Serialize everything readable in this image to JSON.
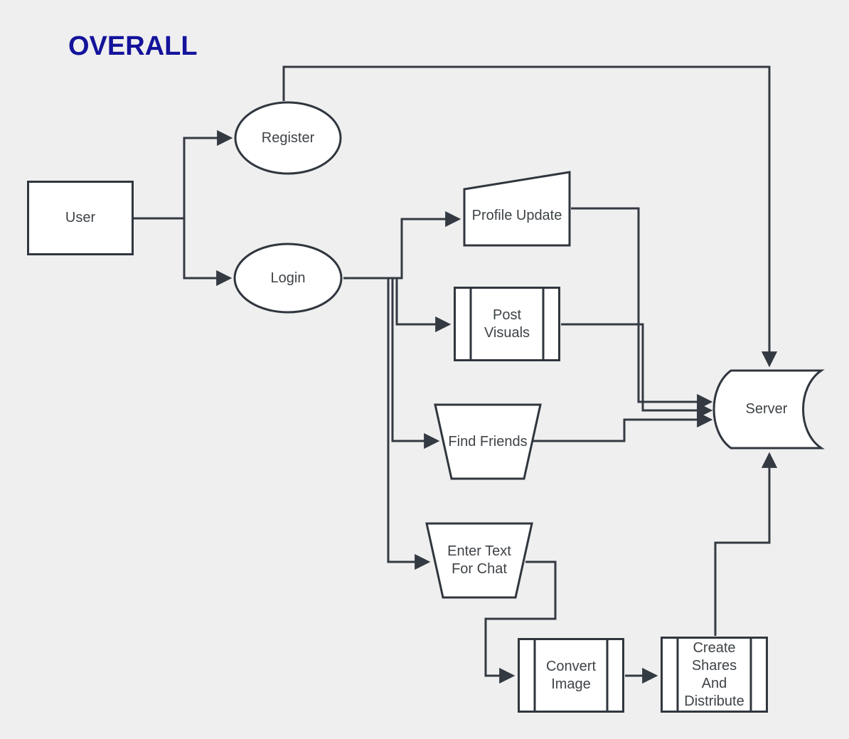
{
  "title": "OVERALL",
  "nodes": {
    "user": {
      "label": "User",
      "type": "process-rectangle"
    },
    "register": {
      "label": "Register",
      "type": "ellipse"
    },
    "login": {
      "label": "Login",
      "type": "ellipse"
    },
    "profile_update": {
      "label": "Profile Update",
      "type": "manual-input"
    },
    "post_visuals": {
      "label": "Post Visuals",
      "type": "predefined-process"
    },
    "find_friends": {
      "label": "Find Friends",
      "type": "manual-operation"
    },
    "enter_text": {
      "label": "Enter Text For Chat",
      "type": "manual-operation"
    },
    "convert_image": {
      "label": "Convert Image",
      "type": "predefined-process"
    },
    "create_shares": {
      "label": "Create Shares And Distribute",
      "type": "predefined-process"
    },
    "server": {
      "label": "Server",
      "type": "stored-data"
    }
  },
  "connectors": [
    {
      "from": "user",
      "to": "register"
    },
    {
      "from": "user",
      "to": "login"
    },
    {
      "from": "register",
      "to": "server"
    },
    {
      "from": "login",
      "to": "profile_update"
    },
    {
      "from": "login",
      "to": "post_visuals"
    },
    {
      "from": "login",
      "to": "find_friends"
    },
    {
      "from": "login",
      "to": "enter_text"
    },
    {
      "from": "profile_update",
      "to": "server"
    },
    {
      "from": "post_visuals",
      "to": "server"
    },
    {
      "from": "find_friends",
      "to": "server"
    },
    {
      "from": "enter_text",
      "to": "convert_image"
    },
    {
      "from": "convert_image",
      "to": "create_shares"
    },
    {
      "from": "create_shares",
      "to": "server"
    }
  ],
  "colors": {
    "background": "#efeff0",
    "shape_fill": "#ffffff",
    "stroke": "#30363e",
    "connector": "#343a42",
    "text": "#3e4347",
    "title": "#14139b"
  }
}
